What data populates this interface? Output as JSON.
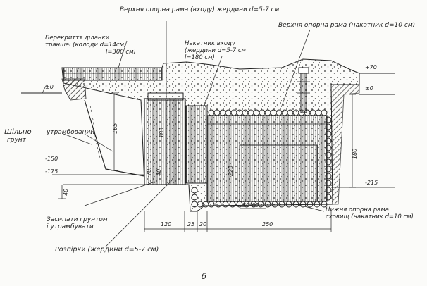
{
  "labels": {
    "top_frame": "Верхня опорна рама (входу) жердини d=5-7 см",
    "top_beam": "Верхня опорна рама (накатник d=10 см)",
    "trench_cover_1": "Перекриття діланки",
    "trench_cover_2": "траншеї (колоди d=14см,",
    "trench_cover_3": "l=300 см)",
    "entrance_roof_1": "Накатник входу",
    "entrance_roof_2": "(жердини d=5-7 см",
    "entrance_roof_3": "l=180 см)",
    "soil_left_1": "Щільно",
    "soil_left_2": "грунт",
    "soil_mid": "утрамбований",
    "backfill_1": "Засипати грунтом",
    "backfill_2": "і утрамбувати",
    "spacers": "Розпірки (жердини d=5-7 см)",
    "bottom_frame_1": "Нижня опорна рама",
    "bottom_frame_2": "сховищ (накатник d=10 см)",
    "figure_letter": "б"
  },
  "dimensions": {
    "plus70": "+70",
    "plus0_right": "±0",
    "plus0_left": "±0",
    "minus150": "-150",
    "minus175": "-175",
    "minus215": "-215",
    "d165": "165",
    "d40": "40",
    "d180": "180",
    "d120": "120",
    "d25": "25",
    "d20": "20",
    "d250": "250",
    "d50_60": "50-60",
    "d185": "185",
    "d225": "225",
    "d70": "70",
    "d40b": "40"
  }
}
